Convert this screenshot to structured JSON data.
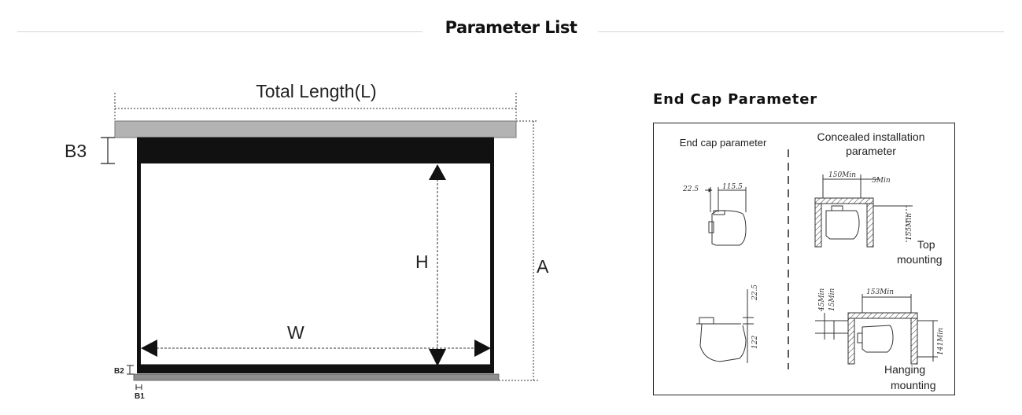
{
  "page": {
    "title": "Parameter List"
  },
  "screen_diagram": {
    "total_length_label": "Total Length(L)",
    "b3_label": "B3",
    "b2_label": "B2",
    "b1_label": "B1",
    "height_label": "H",
    "width_label": "W",
    "overall_label": "A"
  },
  "end_cap": {
    "heading": "End Cap Parameter",
    "col1_title": "End cap parameter",
    "col2_title_line1": "Concealed installation",
    "col2_title_line2": "parameter",
    "dim_22_5_a": "22.5",
    "dim_115_5": "115.5",
    "dim_22_5_b": "22.5",
    "dim_122": "122",
    "dim_150min": "150Min",
    "dim_5min": "5Min",
    "dim_155min": "155Min",
    "dim_153min": "153Min",
    "dim_45min": "45Min",
    "dim_15min": "15Min",
    "dim_141min": "141Min",
    "top_mounting_line1": "Top",
    "top_mounting_line2": "mounting",
    "hanging_mounting_line1": "Hanging",
    "hanging_mounting_line2": "mounting"
  },
  "colors": {
    "frame": "#111111",
    "housing": "#b3b3b3",
    "rule": "#d4d4d4"
  }
}
